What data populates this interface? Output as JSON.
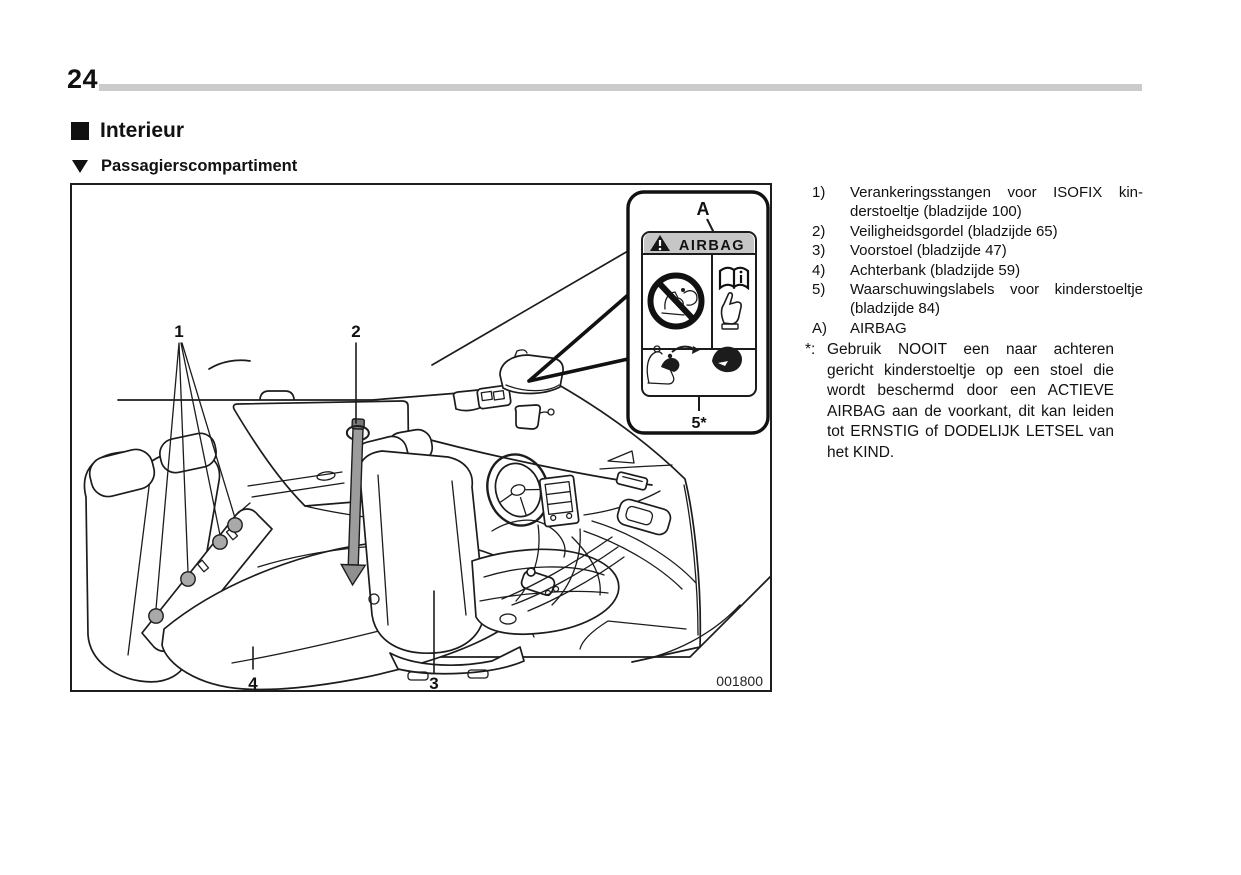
{
  "page": {
    "number": "24"
  },
  "section": {
    "title": "Interieur"
  },
  "subsection": {
    "title": "Passagierscompartiment"
  },
  "figure": {
    "code": "001800",
    "callouts": {
      "c1": "1",
      "c2": "2",
      "c3": "3",
      "c4": "4",
      "c5": "5*",
      "ca": "A"
    },
    "airbag_label_title": "AIRBAG"
  },
  "legend": {
    "items": [
      {
        "num": "1)",
        "text": "Verankeringsstangen voor ISOFIX kin­derstoeltje (bladzijde 100)"
      },
      {
        "num": "2)",
        "text": "Veiligheidsgordel (bladzijde 65)"
      },
      {
        "num": "3)",
        "text": "Voorstoel (bladzijde 47)"
      },
      {
        "num": "4)",
        "text": "Achterbank (bladzijde 59)"
      },
      {
        "num": "5)",
        "text": "Waarschuwingslabels voor kinderstoeltje (bladzijde 84)"
      },
      {
        "num": "A)",
        "text": "AIRBAG"
      }
    ],
    "footnote": {
      "marker": "*:",
      "text": "Gebruik NOOIT een naar achteren gericht kinderstoeltje op een stoel die wordt beschermd door een ACTIEVE AIRBAG aan de voorkant, dit kan leiden tot ERNSTIG of DODELIJK LETSEL van het KIND."
    }
  },
  "colors": {
    "top_rule": "#cbcbcb",
    "airbag_label_header": "#c6c6c6",
    "seatbelt_gray": "#9c9c9c",
    "isofix_anchor_gray": "#a9a9a9"
  }
}
